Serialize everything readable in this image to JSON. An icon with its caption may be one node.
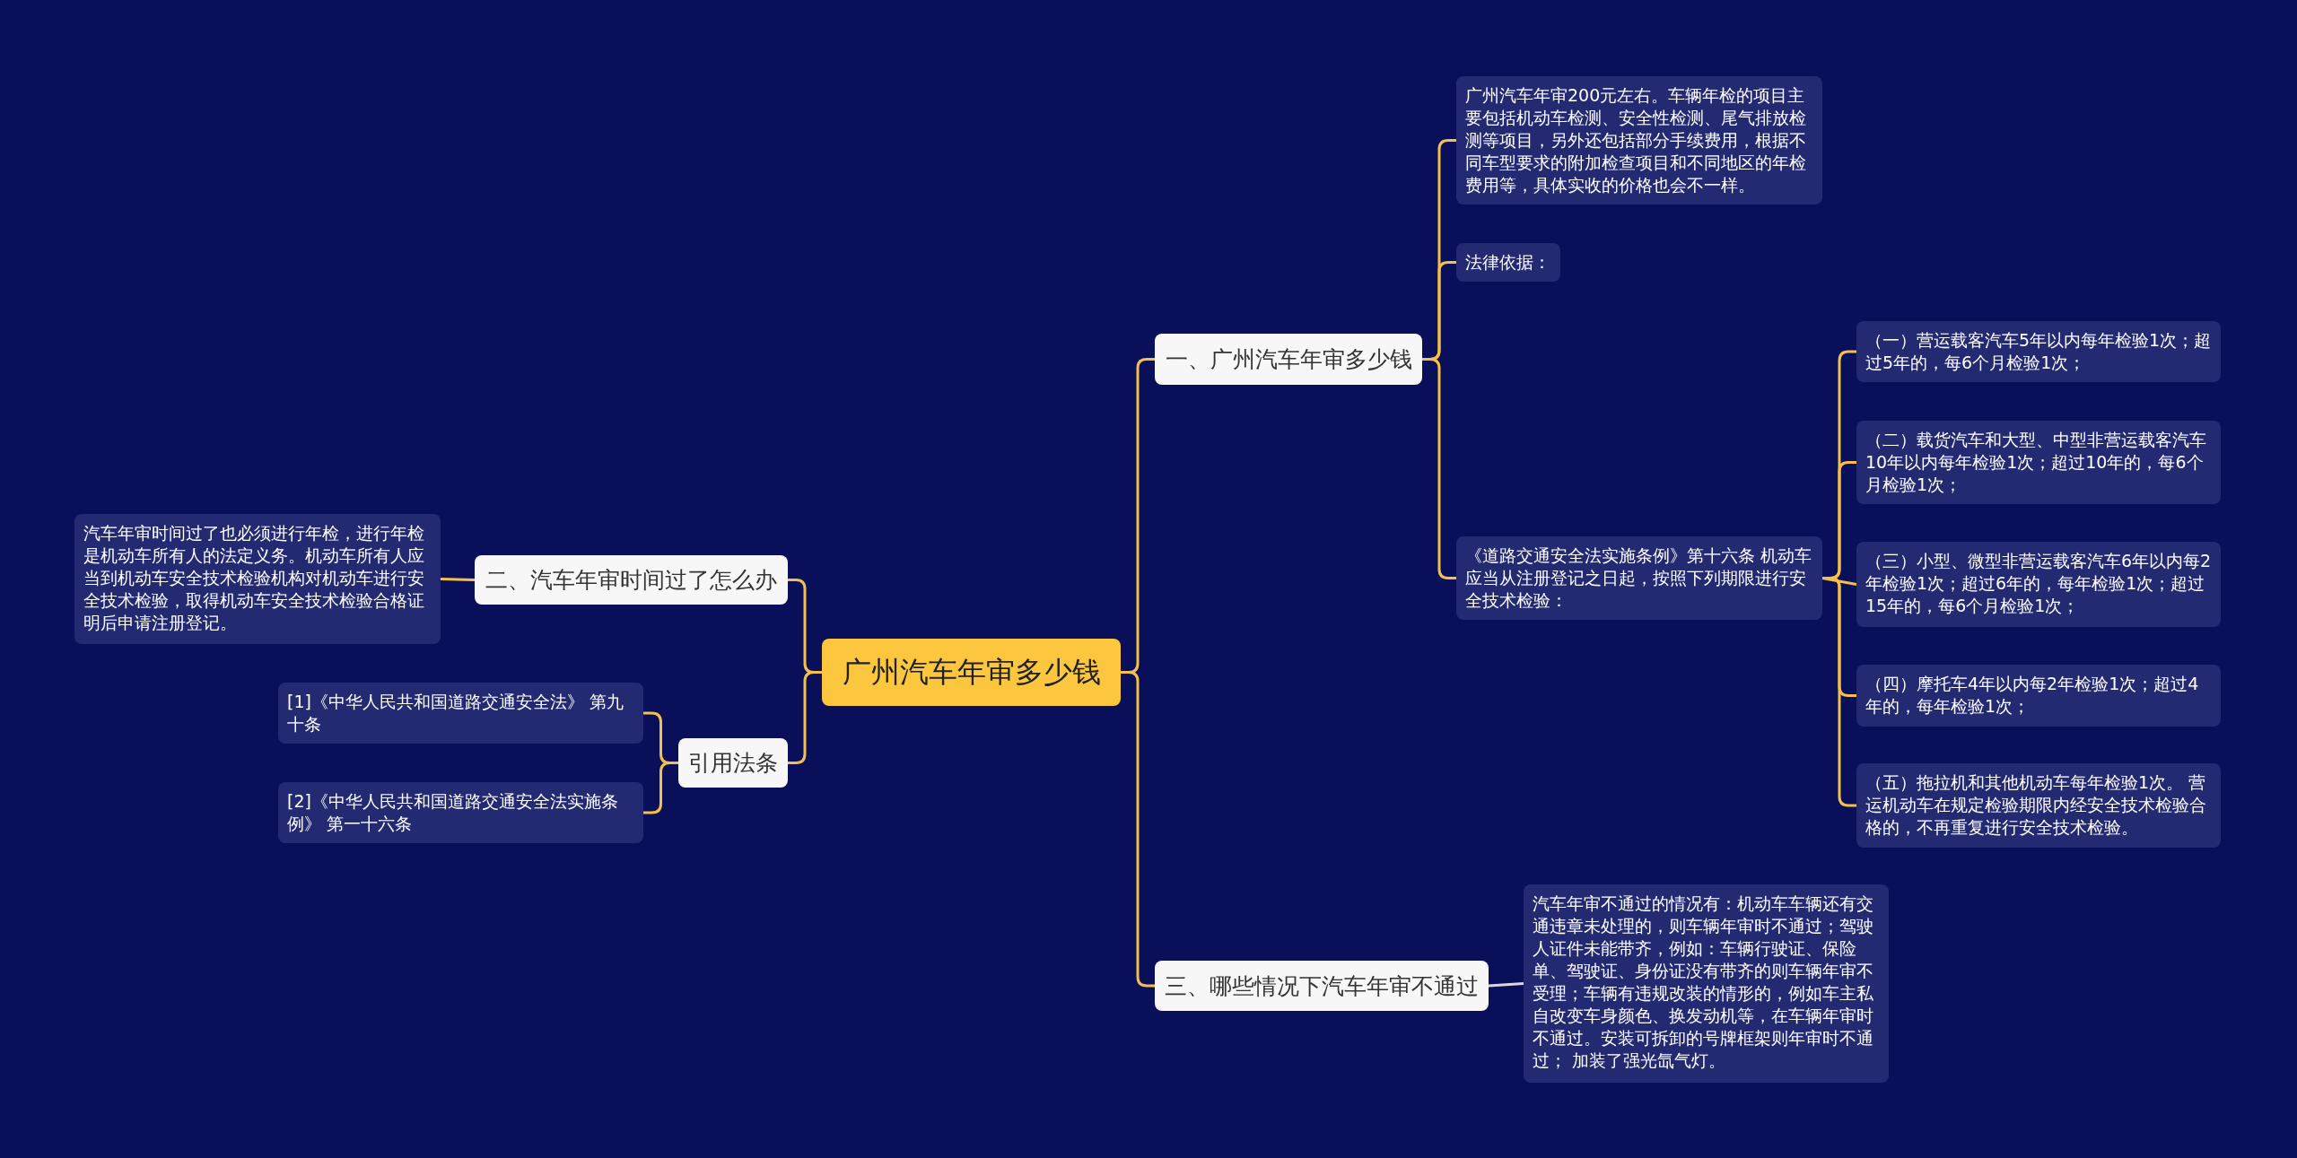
{
  "diagram": {
    "nodes": [
      {
        "text": [
          "广州汽车年审多少钱"
        ]
      },
      {
        "text": [
          "一、广州汽车年审多少钱"
        ]
      },
      {
        "text": [
          "广州汽车年审200元左右。车辆年检的项目主要包括机动车检测、安全性检测、尾气排放检测等项目，另外还包括部分手续费用，根据不同车型要求的附加检查项目和不同地区的年检费用等，具体实收的价格也会不一样。"
        ]
      },
      {
        "text": [
          "法律依据："
        ]
      },
      {
        "text": [
          "《道路交通安全法实施条例》第十六条 机动车应当从注册登记之日起，按照下列期限进行安全技术检验："
        ]
      },
      {
        "text": [
          "（一）营运载客汽车5年以内每年检验1次；超过5年的，每6个月检验1次；"
        ]
      },
      {
        "text": [
          "（二）载货汽车和大型、中型非营运载客汽车10年以内每年检验1次；超过10年的，每6个月检验1次；"
        ]
      },
      {
        "text": [
          "（三）小型、微型非营运载客汽车6年以内每2年检验1次；超过6年的，每年检验1次；超过15年的，每6个月检验1次；"
        ]
      },
      {
        "text": [
          "（四）摩托车4年以内每2年检验1次；超过4年的，每年检验1次；"
        ]
      },
      {
        "text": [
          "（五）拖拉机和其他机动车每年检验1次。 营运机动车在规定检验期限内经安全技术检验合格的，不再重复进行安全技术检验。"
        ]
      },
      {
        "text": [
          "三、哪些情况下汽车年审不通过"
        ]
      },
      {
        "text": [
          "汽车年审不通过的情况有：机动车车辆还有交通违章未处理的，则车辆年审时不通过；驾驶人证件未能带齐，例如：车辆行驶证、保险单、驾驶证、身份证没有带齐的则车辆年审不受理；车辆有违规改装的情形的，例如车主私自改变车身颜色、换发动机等，在车辆年审时不通过。安装可拆卸的号牌框架则年审时不通过； 加装了强光氙气灯。"
        ]
      },
      {
        "text": [
          "二、汽车年审时间过了怎么办"
        ]
      },
      {
        "text": [
          "汽车年审时间过了也必须进行年检，进行年检是机动车所有人的法定义务。机动车所有人应当到机动车安全技术检验机构对机动车进行安全技术检验，取得机动车安全技术检验合格证明后申请注册登记。"
        ]
      },
      {
        "text": [
          "引用法条"
        ]
      },
      {
        "text": [
          "[1]《中华人民共和国道路交通安全法》 第九十条"
        ]
      },
      {
        "text": [
          "[2]《中华人民共和国道路交通安全法实施条例》 第一十六条"
        ]
      }
    ],
    "edges": [
      {
        "from": 0,
        "to": 1,
        "arrow": "none"
      },
      {
        "from": 0,
        "to": 10,
        "arrow": "none"
      },
      {
        "from": 1,
        "to": 2,
        "arrow": "none"
      },
      {
        "from": 1,
        "to": 3,
        "arrow": "none"
      },
      {
        "from": 1,
        "to": 4,
        "arrow": "none"
      },
      {
        "from": 4,
        "to": 5,
        "arrow": "none"
      },
      {
        "from": 4,
        "to": 6,
        "arrow": "none"
      },
      {
        "from": 4,
        "to": 7,
        "arrow": "none"
      },
      {
        "from": 4,
        "to": 8,
        "arrow": "none"
      },
      {
        "from": 4,
        "to": 9,
        "arrow": "none"
      },
      {
        "from": 10,
        "to": 11,
        "arrow": "none",
        "color": "#d9d9d9"
      },
      {
        "from": 0,
        "to": 12,
        "arrow": "none"
      },
      {
        "from": 0,
        "to": 14,
        "arrow": "none"
      },
      {
        "from": 12,
        "to": 13,
        "arrow": "none"
      },
      {
        "from": 14,
        "to": 15,
        "arrow": "none"
      },
      {
        "from": 14,
        "to": 16,
        "arrow": "none"
      }
    ]
  }
}
